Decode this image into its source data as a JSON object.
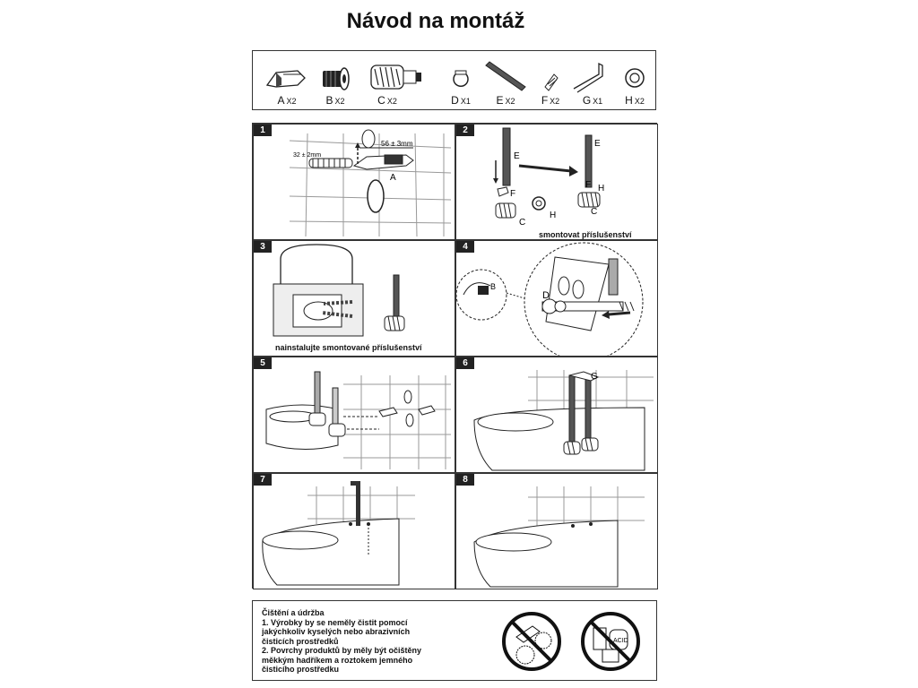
{
  "document": {
    "title": "Návod na montáž"
  },
  "parts": [
    {
      "letter": "A",
      "qty": "X2",
      "icon": "bit-icon"
    },
    {
      "letter": "B",
      "qty": "X2",
      "icon": "bushing-icon"
    },
    {
      "letter": "C",
      "qty": "X2",
      "icon": "anchor-icon"
    },
    {
      "letter": "D",
      "qty": "X1",
      "icon": "ring-icon"
    },
    {
      "letter": "E",
      "qty": "X2",
      "icon": "rod-icon"
    },
    {
      "letter": "F",
      "qty": "X2",
      "icon": "cap-icon"
    },
    {
      "letter": "G",
      "qty": "X1",
      "icon": "hex-key-icon"
    },
    {
      "letter": "H",
      "qty": "X2",
      "icon": "washer-icon"
    }
  ],
  "steps": [
    {
      "number": "1",
      "labels": {
        "dim1": "32 ± 2mm",
        "dim2": "56 ± 3mm",
        "part": "A"
      }
    },
    {
      "number": "2",
      "caption": "smontovat příslušenství",
      "labels": {
        "e": "E",
        "f": "F",
        "c": "C",
        "h": "H",
        "e2": "E",
        "f2": "F",
        "h2": "H",
        "c2": "C"
      }
    },
    {
      "number": "3",
      "caption": "nainstalujte smontované příslušenství"
    },
    {
      "number": "4",
      "labels": {
        "b": "B",
        "d": "D"
      }
    },
    {
      "number": "5"
    },
    {
      "number": "6",
      "labels": {
        "g": "G"
      }
    },
    {
      "number": "7"
    },
    {
      "number": "8"
    }
  ],
  "care": {
    "heading": "Čištění a údržba",
    "item1_line1": "1. Výrobky by se neměly čistit pomocí",
    "item1_line2": "jakýchkoliv kyselých nebo abrazivních",
    "item1_line3": "čisticích prostředků",
    "item2_line1": "2. Povrchy produktů by měly být očištěny",
    "item2_line2": "měkkým hadříkem a roztokem jemného",
    "item2_line3": "čisticího prostředku",
    "icons": [
      "no-abrasive-tools-icon",
      "no-acid-icon"
    ],
    "acid_label": "ACID"
  }
}
